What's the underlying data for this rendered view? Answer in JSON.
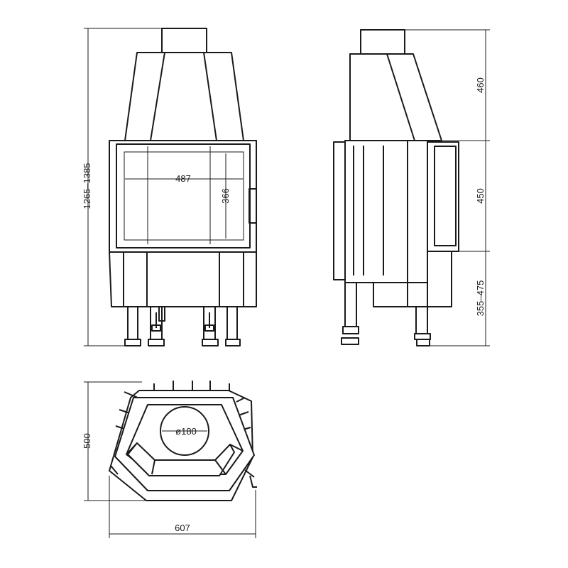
{
  "dimensions": {
    "total_height": "1265–1385",
    "glass_width": "487",
    "glass_height": "366",
    "hood_height": "460",
    "door_height": "450",
    "base_height": "355–475",
    "depth": "500",
    "width": "607",
    "flue_diameter": "ø180"
  },
  "colors": {
    "line": "#1a1a1a",
    "background": "#ffffff"
  }
}
